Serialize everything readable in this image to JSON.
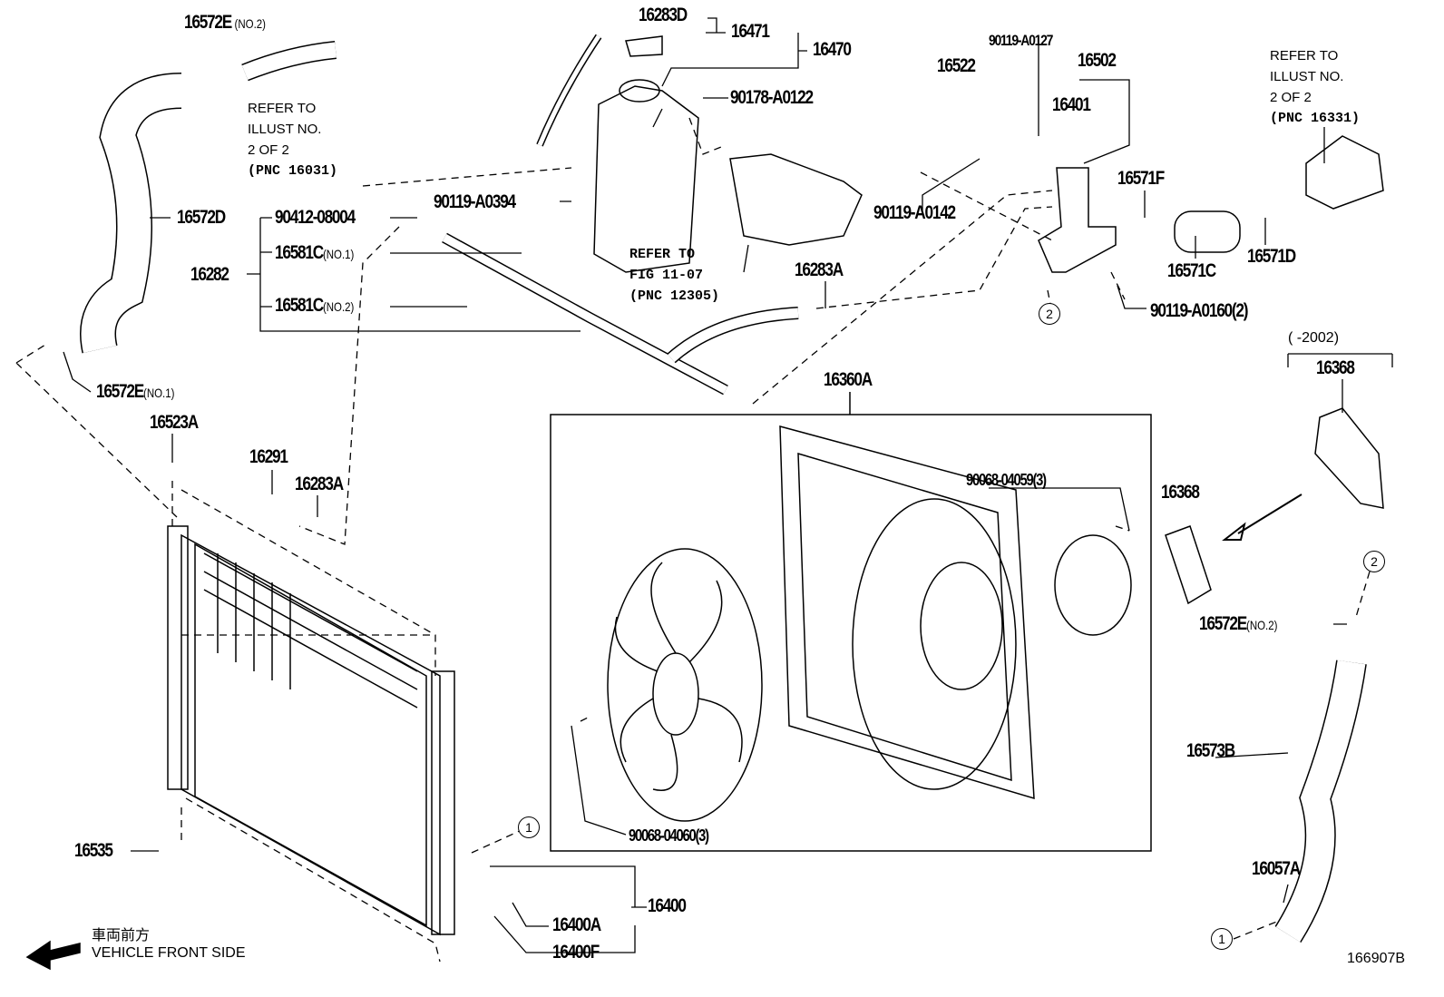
{
  "diagram_id": "166907B",
  "callouts": {
    "c16572E_no2_top": {
      "pn": "16572E",
      "q": "(NO.2)"
    },
    "c16283D": "16283D",
    "c16471": "16471",
    "c16470": "16470",
    "c90178": "90178-A0122",
    "c90119_0394": "90119-A0394",
    "c16572D": "16572D",
    "c90412": "90412-08004",
    "c16581C_no1": {
      "pn": "16581C",
      "q": "(NO.1)"
    },
    "c16282": "16282",
    "c16581C_no2": {
      "pn": "16581C",
      "q": "(NO.2)"
    },
    "c16283A_top": "16283A",
    "c90119_0127": "90119-A0127",
    "c16522": "16522",
    "c16502": "16502",
    "c16401": "16401",
    "c90119_0142": "90119-A0142",
    "c16571F": "16571F",
    "c16571C": "16571C",
    "c16571D": "16571D",
    "c90119_0160": "90119-A0160(2)",
    "c2002": "(     -2002)",
    "c16368_top": "16368",
    "c16360A": "16360A",
    "c16572E_no1": {
      "pn": "16572E",
      "q": "(NO.1)"
    },
    "c16523A": "16523A",
    "c16291": "16291",
    "c16283A_low": "16283A",
    "c90068_04059": "90068-04059(3)",
    "c16368_gasket": "16368",
    "c16572E_no2_right": {
      "pn": "16572E",
      "q": "(NO.2)"
    },
    "c16573B": "16573B",
    "c90068_04060": "90068-04060(3)",
    "c16535": "16535",
    "c16057A": "16057A",
    "c16400": "16400",
    "c16400A": "16400A",
    "c16400F": "16400F"
  },
  "notes": {
    "refer_16031": [
      "REFER TO",
      "ILLUST NO.",
      "2 OF 2",
      "(PNC 16031)"
    ],
    "refer_12305": [
      "REFER TO",
      "FIG 11-07",
      "(PNC 12305)"
    ],
    "refer_16331": [
      "REFER TO",
      "ILLUST NO.",
      "2 OF 2",
      "(PNC 16331)"
    ]
  },
  "connectors": {
    "one": "1",
    "two": "2"
  },
  "front": {
    "jp": "車両前方",
    "en": "VEHICLE FRONT SIDE"
  }
}
